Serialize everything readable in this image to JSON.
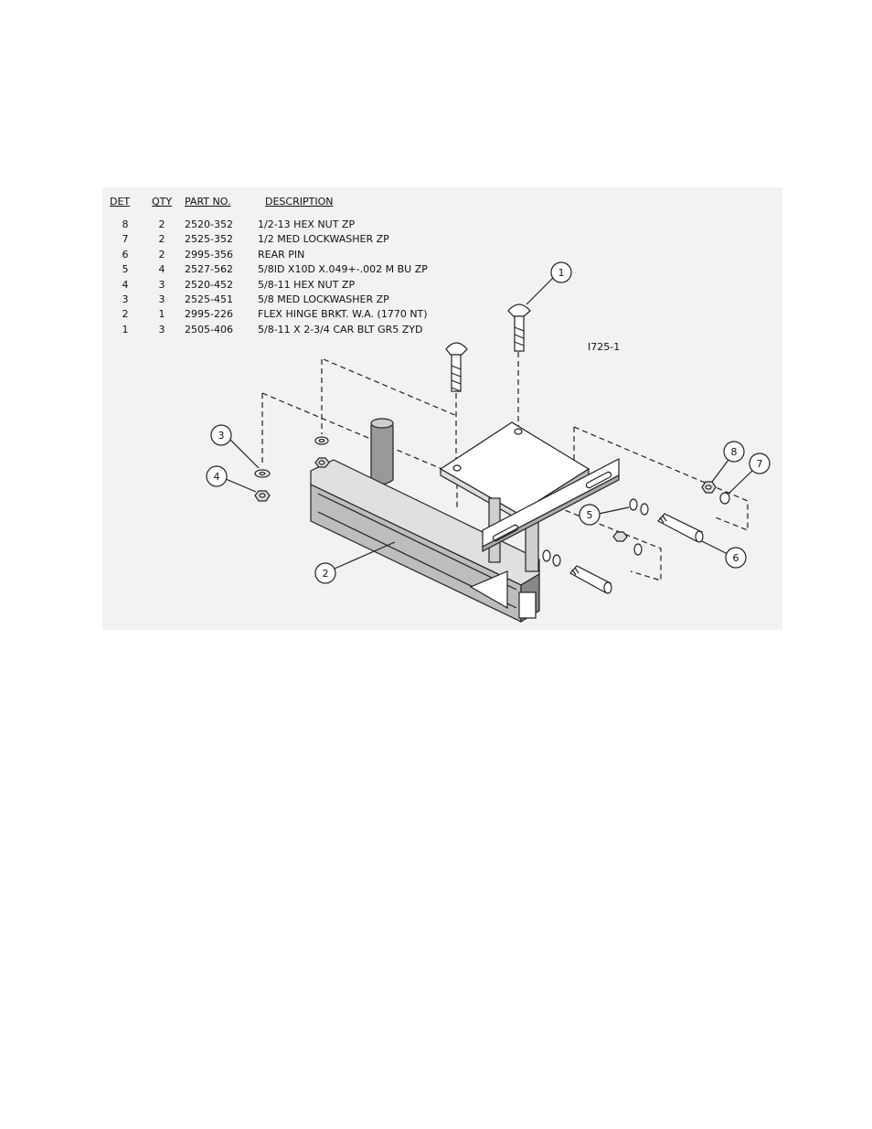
{
  "drawing_id": "I725-1",
  "parts_table": {
    "headers": {
      "det": "DET",
      "qty": "QTY",
      "part_no": "PART NO.",
      "description": "DESCRIPTION"
    },
    "rows": [
      {
        "det": "8",
        "qty": "2",
        "part_no": "2520-352",
        "description": "1/2-13 HEX NUT ZP"
      },
      {
        "det": "7",
        "qty": "2",
        "part_no": "2525-352",
        "description": "1/2 MED LOCKWASHER ZP"
      },
      {
        "det": "6",
        "qty": "2",
        "part_no": "2995-356",
        "description": "REAR PIN"
      },
      {
        "det": "5",
        "qty": "4",
        "part_no": "2527-562",
        "description": "5/8ID X10D X.049+-.002 M BU ZP"
      },
      {
        "det": "4",
        "qty": "3",
        "part_no": "2520-452",
        "description": "5/8-11 HEX NUT ZP"
      },
      {
        "det": "3",
        "qty": "3",
        "part_no": "2525-451",
        "description": "5/8 MED LOCKWASHER ZP"
      },
      {
        "det": "2",
        "qty": "1",
        "part_no": "2995-226",
        "description": "FLEX HINGE BRKT. W.A. (1770 NT)"
      },
      {
        "det": "1",
        "qty": "3",
        "part_no": "2505-406",
        "description": "5/8-11 X 2-3/4 CAR BLT GR5 ZYD"
      }
    ]
  },
  "callouts": [
    "1",
    "2",
    "3",
    "4",
    "5",
    "6",
    "7",
    "8"
  ]
}
